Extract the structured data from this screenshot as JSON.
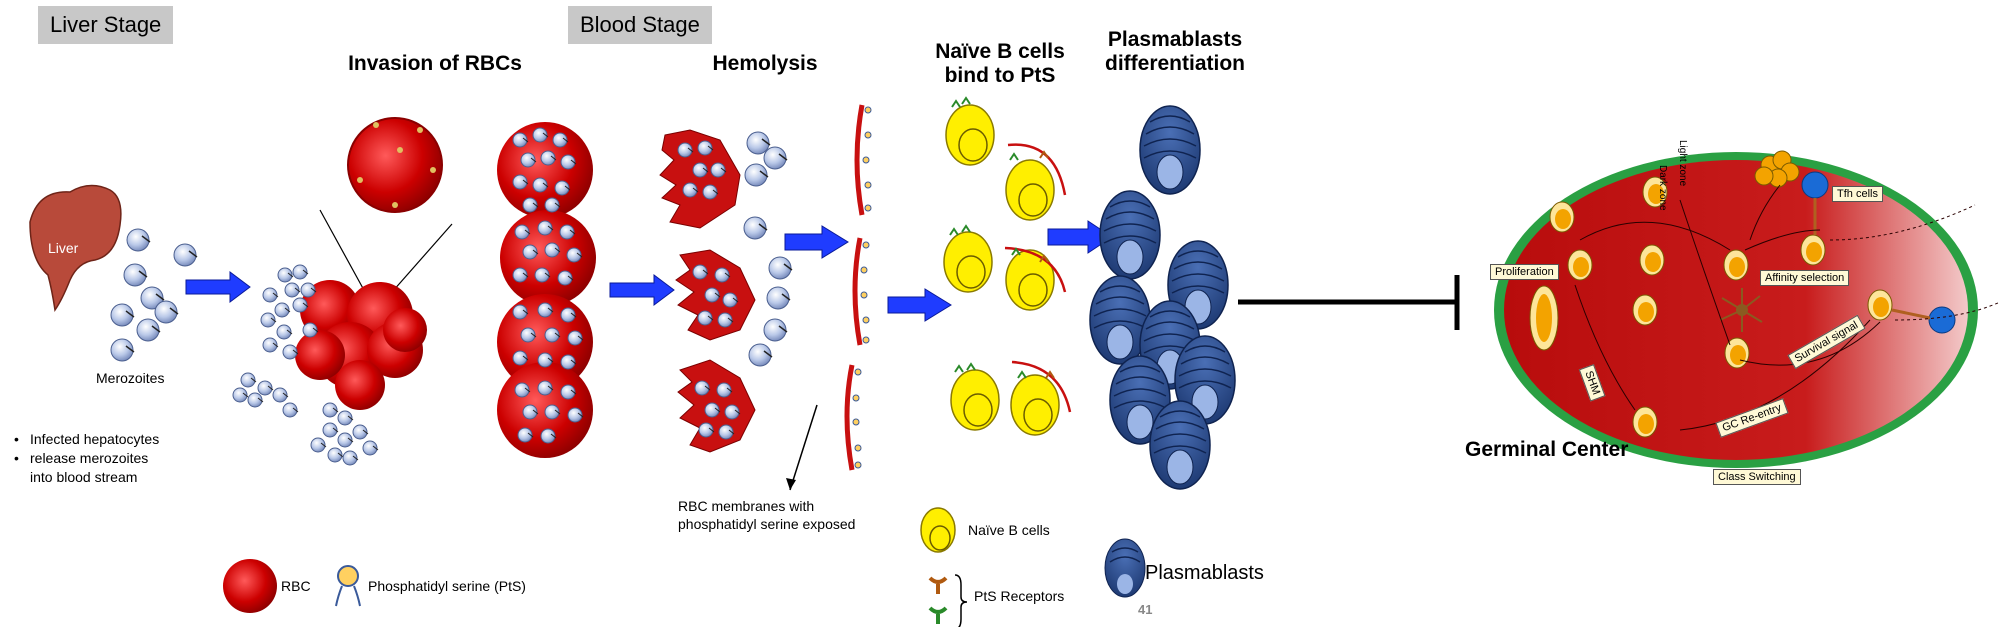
{
  "stages": {
    "liver": "Liver Stage",
    "blood": "Blood Stage"
  },
  "titles": {
    "invasion": "Invasion of RBCs",
    "hemolysis": "Hemolysis",
    "naive_line1": "Naïve B cells",
    "naive_line2": "bind to PtS",
    "plasma_line1": "Plasmablasts",
    "plasma_line2": "differentiation"
  },
  "labels": {
    "liver": "Liver",
    "merozoites": "Merozoites",
    "rbc_membranes_line1": "RBC membranes with",
    "rbc_membranes_line2": "phosphatidyl serine exposed"
  },
  "bullets": [
    {
      "text": "Infected hepatocytes"
    },
    {
      "text": "release merozoites"
    },
    {
      "text": "into blood stream"
    }
  ],
  "legend": {
    "rbc": "RBC",
    "pts": "Phosphatidyl serine (PtS)",
    "naive": "Naïve B cells",
    "pts_receptors": "PtS Receptors",
    "plasmablasts": "Plasmablasts",
    "page_number": "41"
  },
  "germinal_center": {
    "title": "Germinal Center",
    "dark_zone": "Dark zone",
    "light_zone": "Light zone",
    "tfh": "Tfh cells",
    "proliferation": "Proliferation",
    "affinity": "Affinity selection",
    "survival": "Survival signal",
    "shm": "SHM",
    "gc_reentry": "GC Re-entry",
    "class_switching": "Class Switching"
  },
  "colors": {
    "rbc_red": "#c00000",
    "arrow_blue": "#1f3cff",
    "plasmablast_blue": "#2e4e8c",
    "naive_yellow": "#ffee00",
    "gc_green": "#2aa043",
    "gc_red": "#c41414"
  }
}
